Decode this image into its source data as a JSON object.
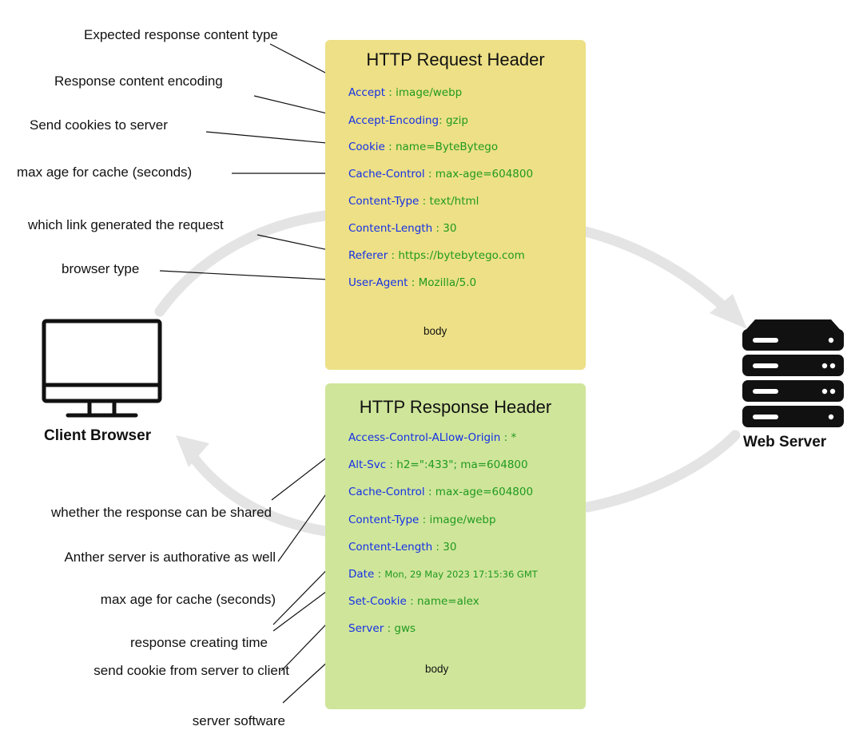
{
  "request": {
    "title": "HTTP Request Header",
    "rows": [
      {
        "key": "Accept",
        "sep": " : ",
        "value": "image/webp",
        "note": "Expected response content type"
      },
      {
        "key": "Accept-Encoding",
        "sep": ": ",
        "value": "gzip",
        "note": "Response content encoding"
      },
      {
        "key": "Cookie",
        "sep": " : ",
        "value": "name=ByteBytego",
        "note": "Send cookies to server"
      },
      {
        "key": "Cache-Control",
        "sep": " : ",
        "value": "max-age=604800",
        "note": "max age for cache (seconds)"
      },
      {
        "key": "Content-Type",
        "sep": " : ",
        "value": "text/html",
        "note": ""
      },
      {
        "key": "Content-Length",
        "sep": " : ",
        "value": "30",
        "note": "which link generated the request"
      },
      {
        "key": "Referer",
        "sep": " : ",
        "value": "https://bytebytego.com",
        "note": ""
      },
      {
        "key": "User-Agent",
        "sep": " : ",
        "value": "Mozilla/5.0",
        "note": "browser type"
      }
    ],
    "body_label": "body"
  },
  "response": {
    "title": "HTTP Response Header",
    "rows": [
      {
        "key": "Access-Control-ALlow-Origin",
        "sep": " : ",
        "value": "*"
      },
      {
        "key": "Alt-Svc",
        "sep": " : ",
        "value": "h2=\":433\"; ma=604800"
      },
      {
        "key": "Cache-Control",
        "sep": " : ",
        "value": "max-age=604800"
      },
      {
        "key": "Content-Type",
        "sep": " : ",
        "value": "image/webp"
      },
      {
        "key": "Content-Length",
        "sep": " : ",
        "value": "30"
      },
      {
        "key": "Date",
        "sep": " : ",
        "value": "Mon, 29 May 2023 17:15:36 GMT"
      },
      {
        "key": "Set-Cookie",
        "sep": " : ",
        "value": "name=alex"
      },
      {
        "key": "Server",
        "sep": " : ",
        "value": "gws"
      }
    ],
    "notes": [
      "whether the response can be shared",
      "Anther server is authorative as well",
      "max age for cache (seconds)",
      "response creating time",
      "send cookie from server to client",
      "server software"
    ],
    "body_label": "body"
  },
  "client_label": "Client Browser",
  "server_label": "Web Server",
  "icons": {
    "client": "monitor-icon",
    "server": "server-rack-icon"
  },
  "colors": {
    "request_panel": "#ede086",
    "response_panel": "#cfe59a",
    "header_key": "#1430e6",
    "header_value": "#1f9a1f",
    "flow_arrow": "#e4e4e4"
  }
}
